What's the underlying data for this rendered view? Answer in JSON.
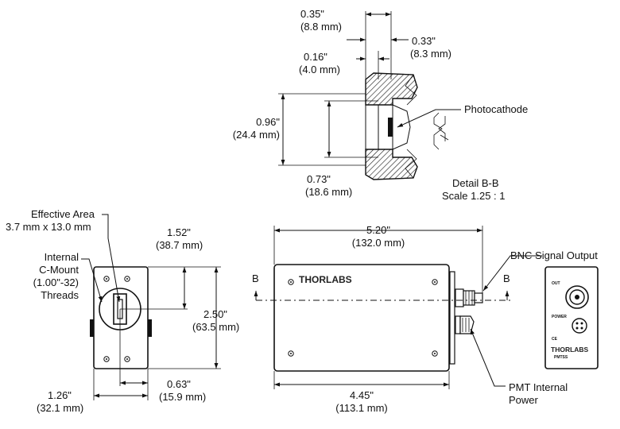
{
  "detail": {
    "dim_035_in": "0.35\"",
    "dim_035_mm": "(8.8 mm)",
    "dim_033_in": "0.33\"",
    "dim_033_mm": "(8.3 mm)",
    "dim_016_in": "0.16\"",
    "dim_016_mm": "(4.0 mm)",
    "dim_096_in": "0.96\"",
    "dim_096_mm": "(24.4 mm)",
    "dim_073_in": "0.73\"",
    "dim_073_mm": "(18.6 mm)",
    "photocathode": "Photocathode",
    "title": "Detail B-B",
    "scale": "Scale 1.25 : 1"
  },
  "front": {
    "effective_area_1": "Effective Area",
    "effective_area_2": "3.7 mm x 13.0 mm",
    "mount_1": "Internal",
    "mount_2": "C-Mount",
    "mount_3": "(1.00\"-32)",
    "mount_4": "Threads",
    "dim_152_in": "1.52\"",
    "dim_152_mm": "(38.7 mm)",
    "dim_250_in": "2.50\"",
    "dim_250_mm": "(63.5 mm)",
    "dim_063_in": "0.63\"",
    "dim_063_mm": "(15.9 mm)",
    "dim_126_in": "1.26\"",
    "dim_126_mm": "(32.1 mm)"
  },
  "side": {
    "brand": "THORLABS",
    "dim_520_in": "5.20\"",
    "dim_520_mm": "(132.0 mm)",
    "dim_445_in": "4.45\"",
    "dim_445_mm": "(113.1 mm)",
    "section_mark": "B",
    "bnc_label": "BNC Signal Output",
    "power_1": "PMT Internal",
    "power_2": "Power"
  },
  "rear": {
    "out": "OUT",
    "power": "POWER",
    "ce": "CE",
    "brand": "THORLABS",
    "model": "PMTSS"
  }
}
